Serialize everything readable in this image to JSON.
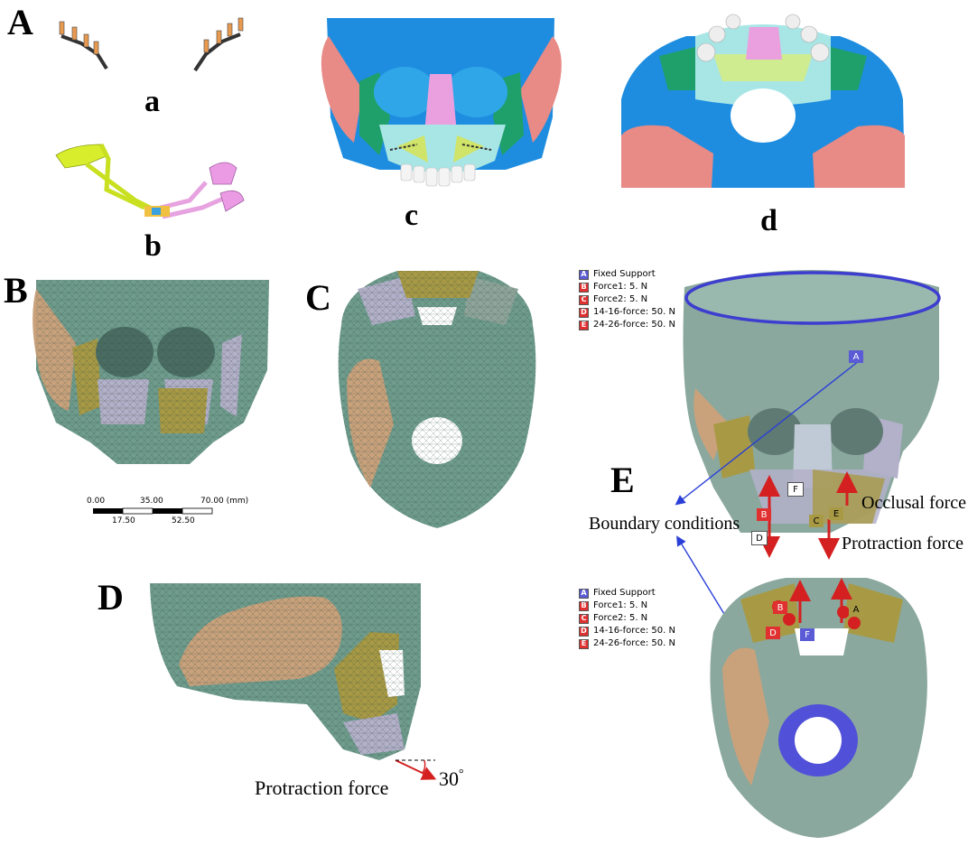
{
  "panels": {
    "A": "A",
    "B": "B",
    "C": "C",
    "D": "D",
    "E": "E",
    "a": "a",
    "b": "b",
    "c": "c",
    "d": "d"
  },
  "scale_bar": {
    "top_labels": [
      "0.00",
      "35.00",
      "70.00 (mm)"
    ],
    "bottom_labels": [
      "17.50",
      "52.50"
    ]
  },
  "legend": {
    "items": [
      {
        "tag": "A",
        "label": "Fixed Support",
        "color": "#5b5bd6"
      },
      {
        "tag": "B",
        "label": "Force1: 5. N",
        "color": "#e03030"
      },
      {
        "tag": "C",
        "label": "Force2: 5. N",
        "color": "#e03030"
      },
      {
        "tag": "D",
        "label": "14-16-force: 50. N",
        "color": "#e03030"
      },
      {
        "tag": "E",
        "label": "24-26-force: 50. N",
        "color": "#e03030"
      }
    ]
  },
  "annotations": {
    "occlusal": "Occlusal force",
    "protraction_e": "Protraction force",
    "boundary": "Boundary conditions",
    "protraction_d": "Protraction force",
    "angle": "30",
    "degree": "°"
  },
  "tags_e_front": {
    "A": "A",
    "B": "B",
    "C": "C",
    "D": "D",
    "E": "E",
    "F": "F"
  },
  "tags_e_bottom": {
    "A": "A",
    "B": "B",
    "D": "D",
    "F": "F"
  },
  "colors": {
    "skull_blue": "#1e8de0",
    "temporal_pink": "#e88a86",
    "zygoma_green": "#1fa06a",
    "maxilla_cyan": "#a8e6e6",
    "mesh_green": "#6f9c8d",
    "bone_tan": "#c9a27c",
    "olive": "#a89a45",
    "lavender": "#b3b0c9",
    "force_red": "#d42020",
    "support_blue": "#5050d8"
  }
}
